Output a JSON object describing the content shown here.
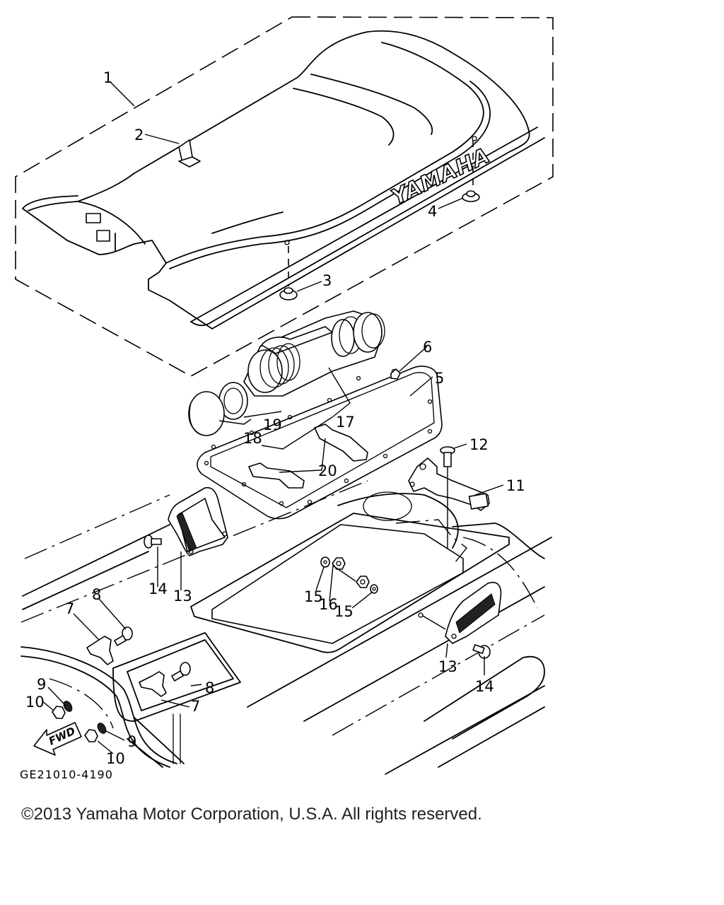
{
  "diagram": {
    "title": "Seat / Storage Compartment exploded parts diagram",
    "brand_logo": "YAMAHA",
    "direction_arrow": "FWD",
    "drawing_code": "GE21010-4190",
    "callouts": [
      {
        "id": "1",
        "label": "1",
        "part": "seat assembly"
      },
      {
        "id": "2",
        "label": "2",
        "part": "seat strap"
      },
      {
        "id": "3",
        "label": "3",
        "part": "seat damper"
      },
      {
        "id": "4",
        "label": "4",
        "part": "seat damper"
      },
      {
        "id": "5",
        "label": "5",
        "part": "storage tray"
      },
      {
        "id": "6",
        "label": "6",
        "part": "clip"
      },
      {
        "id": "7a",
        "label": "7",
        "part": "seat hook"
      },
      {
        "id": "7b",
        "label": "7",
        "part": "seat hook"
      },
      {
        "id": "8a",
        "label": "8",
        "part": "bolt"
      },
      {
        "id": "8b",
        "label": "8",
        "part": "bolt"
      },
      {
        "id": "9a",
        "label": "9",
        "part": "washer"
      },
      {
        "id": "9b",
        "label": "9",
        "part": "washer"
      },
      {
        "id": "10a",
        "label": "10",
        "part": "nut"
      },
      {
        "id": "10b",
        "label": "10",
        "part": "nut"
      },
      {
        "id": "11",
        "label": "11",
        "part": "seat lock"
      },
      {
        "id": "12",
        "label": "12",
        "part": "bolt"
      },
      {
        "id": "13a",
        "label": "13",
        "part": "grip handle"
      },
      {
        "id": "13b",
        "label": "13",
        "part": "grip handle"
      },
      {
        "id": "14a",
        "label": "14",
        "part": "screw"
      },
      {
        "id": "14b",
        "label": "14",
        "part": "screw"
      },
      {
        "id": "15a",
        "label": "15",
        "part": "washer"
      },
      {
        "id": "15b",
        "label": "15",
        "part": "washer"
      },
      {
        "id": "16",
        "label": "16",
        "part": "nut"
      },
      {
        "id": "17",
        "label": "17",
        "part": "hose connector"
      },
      {
        "id": "18",
        "label": "18",
        "part": "cap"
      },
      {
        "id": "19",
        "label": "19",
        "part": "seal ring"
      },
      {
        "id": "20",
        "label": "20",
        "part": "band"
      }
    ]
  },
  "footer": {
    "copyright": "©2013 Yamaha Motor Corporation, U.S.A. All rights reserved."
  }
}
